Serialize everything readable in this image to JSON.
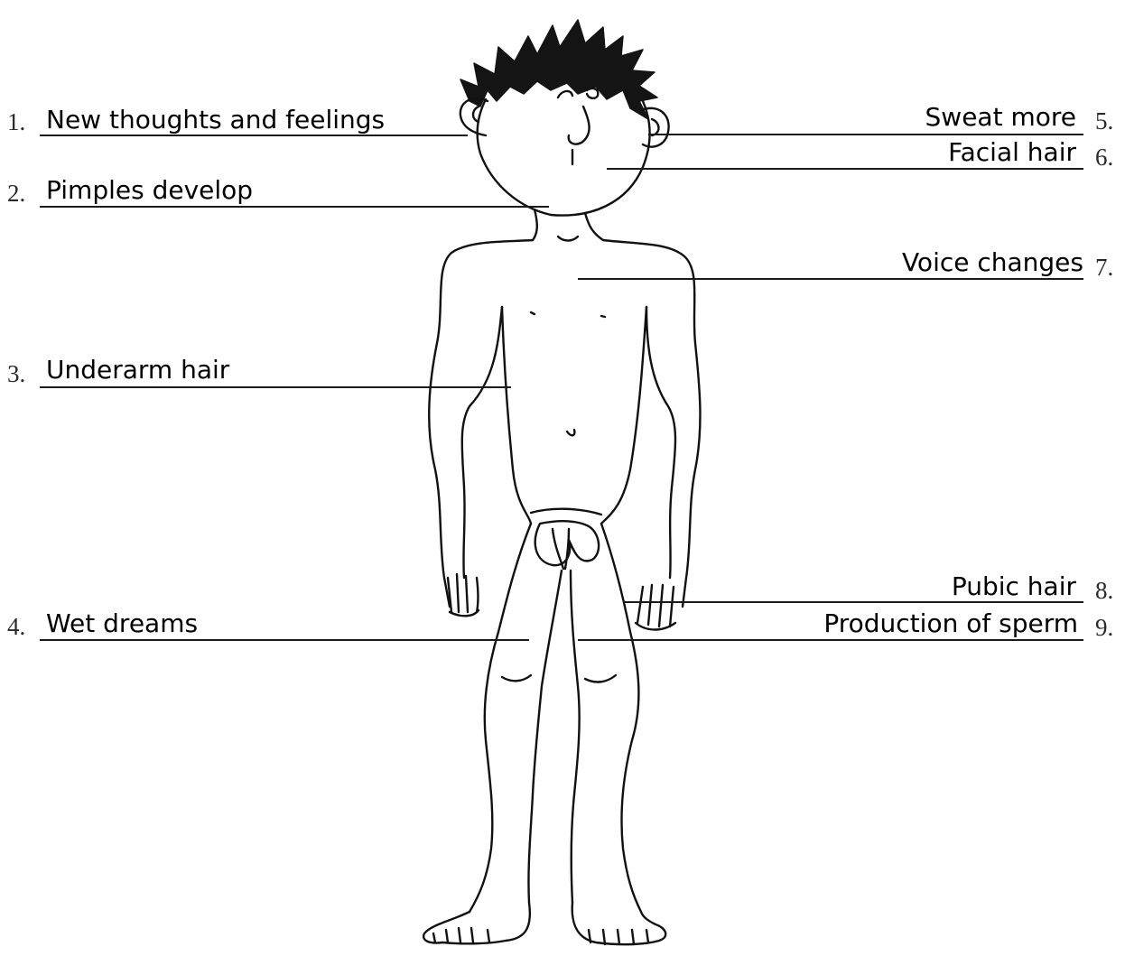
{
  "labels": [
    {
      "number": "1.",
      "text": "New thoughts and feelings"
    },
    {
      "number": "2.",
      "text": "Pimples develop"
    },
    {
      "number": "3.",
      "text": "Underarm hair"
    },
    {
      "number": "4.",
      "text": "Wet dreams"
    },
    {
      "number": "5.",
      "text": "Sweat more"
    },
    {
      "number": "6.",
      "text": "Facial hair"
    },
    {
      "number": "7.",
      "text": "Voice changes"
    },
    {
      "number": "8.",
      "text": "Pubic hair"
    },
    {
      "number": "9.",
      "text": "Production of sperm"
    }
  ],
  "colors": {
    "ink": "#111111",
    "background": "#ffffff"
  }
}
